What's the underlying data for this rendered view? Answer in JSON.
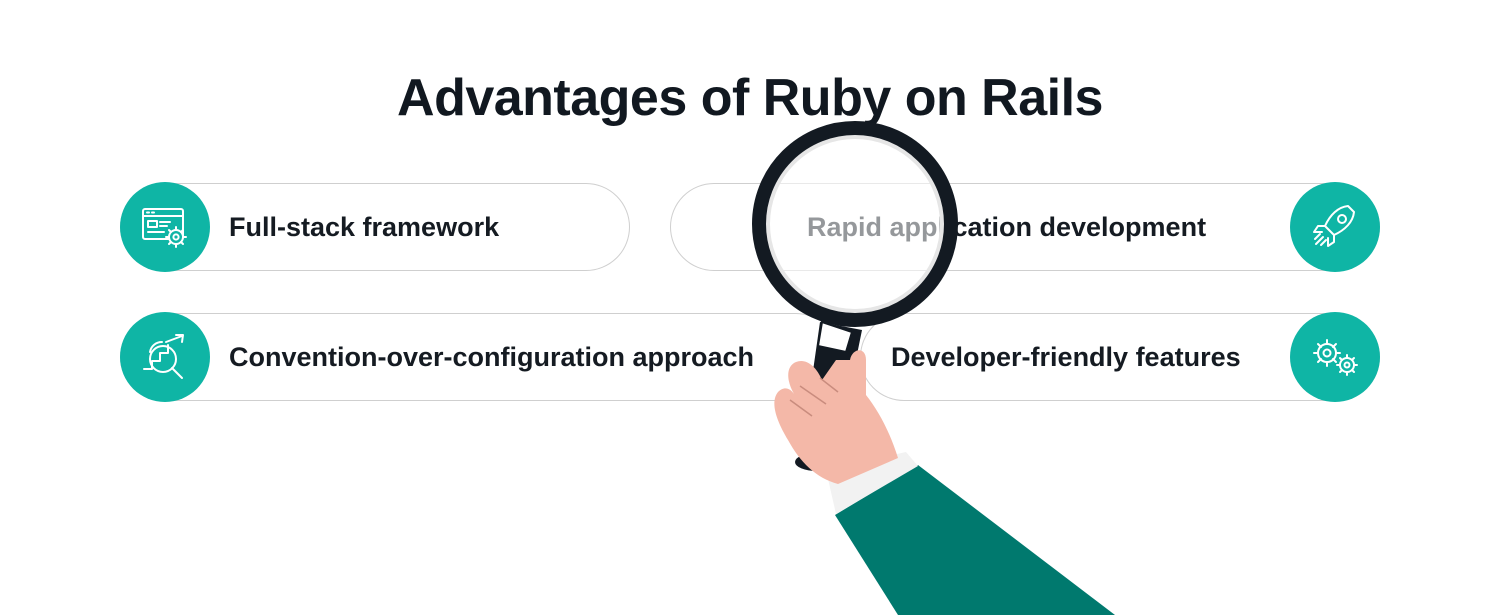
{
  "heading": "Advantages of Ruby on Rails",
  "advantages": [
    {
      "label": "Full-stack framework",
      "icon": "browser-settings-icon"
    },
    {
      "label": "Rapid application development",
      "icon": "rocket-icon"
    },
    {
      "label": "Convention-over-configuration approach",
      "icon": "growth-analysis-icon"
    },
    {
      "label": "Developer-friendly features",
      "icon": "gears-icon"
    }
  ],
  "colors": {
    "accent": "#0fb5a5",
    "sleeve": "#00796e",
    "skin": "#f4b8a8",
    "text": "#151b22"
  }
}
